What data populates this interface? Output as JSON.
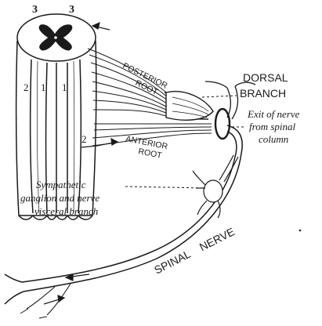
{
  "segment_numbers": [
    "3",
    "3",
    "2",
    "1",
    "1",
    "2"
  ],
  "labels": {
    "posterior_root_1": "POSTERIOR",
    "posterior_root_2": "ROOT",
    "anterior_root_1": "ANTERIOR",
    "anterior_root_2": "ROOT",
    "dorsal_branch_1": "DORSAL",
    "dorsal_branch_2": "BRANCH",
    "exit_1": "Exit of nerve",
    "exit_2": "from spinal",
    "exit_3": "column",
    "sympathetic_1": "Sympathetic",
    "sympathetic_2": "ganglion and nerve",
    "sympathetic_3": "visceral branch",
    "spinal_nerve": "SPINAL    NERVE"
  }
}
